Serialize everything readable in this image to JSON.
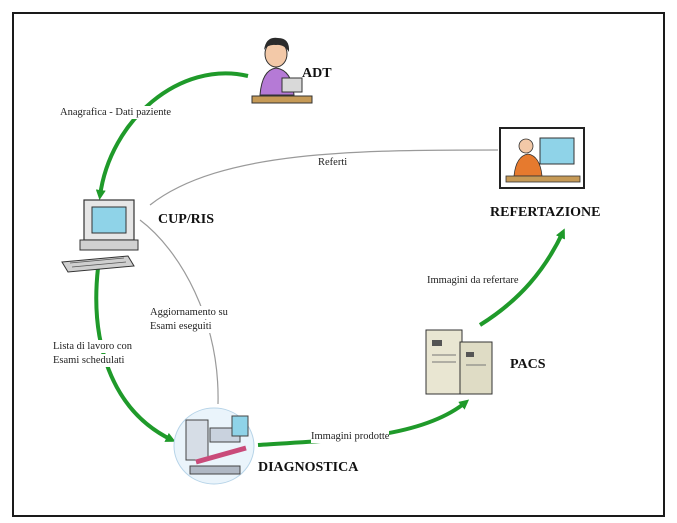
{
  "nodes": {
    "adt": {
      "label": "ADT",
      "icon": "person-at-desk-icon"
    },
    "cup_ris": {
      "label": "CUP/RIS",
      "icon": "computer-workstation-icon"
    },
    "refertazione": {
      "label": "REFERTAZIONE",
      "icon": "reporting-workstation-icon"
    },
    "pacs": {
      "label": "PACS",
      "icon": "server-cabinet-icon"
    },
    "diagnostica": {
      "label": "DIAGNOSTICA",
      "icon": "imaging-equipment-icon"
    }
  },
  "edges": {
    "adt_to_cup": {
      "label": "Anagrafica - Dati paziente",
      "style": "green-arrow"
    },
    "refertazione_to_cup": {
      "label": "Referti",
      "style": "gray-line"
    },
    "cup_to_diagnostica": {
      "line1": "Lista di lavoro con",
      "line2": "Esami schedulati",
      "style": "green-arrow"
    },
    "diagnostica_to_cup": {
      "line1": "Aggiornamento su",
      "line2": "Esami eseguiti",
      "style": "gray-line"
    },
    "diagnostica_to_pacs": {
      "label": "Immagini prodotte",
      "style": "green-arrow"
    },
    "pacs_to_refertazione": {
      "label": "Immagini da refertare",
      "style": "green-arrow"
    }
  },
  "colors": {
    "flow_green": "#1f9a2a",
    "info_gray": "#9a9a9a",
    "frame": "#1a1a1a"
  }
}
